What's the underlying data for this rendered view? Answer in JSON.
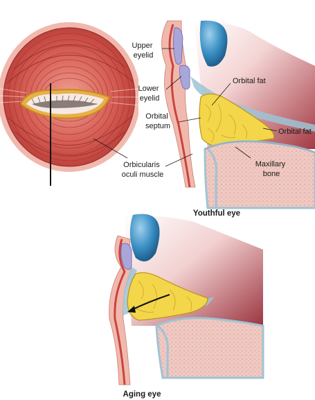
{
  "labels": {
    "upper_eyelid": [
      "Upper",
      "eyelid"
    ],
    "lower_eyelid": [
      "Lower",
      "eyelid"
    ],
    "orbital_fat_inner": "Orbital fat",
    "orbital_septum": [
      "Orbital",
      "septum"
    ],
    "orbital_fat_outer": "Orbital fat",
    "orbicularis": [
      "Orbicularis",
      "oculi muscle"
    ],
    "maxillary": [
      "Maxillary",
      "bone"
    ]
  },
  "captions": {
    "youthful": "Youthful eye",
    "aging": "Aging eye"
  },
  "colors": {
    "muscle": "#c9433f",
    "muscle_light": "#e58a80",
    "skin": "#f1b9ad",
    "fat": "#f3d64a",
    "fat_dark": "#b9911e",
    "septum": "#9fc3d4",
    "bone": "#eec7c0",
    "eyeball": "#2f86bd",
    "eyelid_gland": "#a9a6d9",
    "eye_outline": "#e0a227"
  }
}
